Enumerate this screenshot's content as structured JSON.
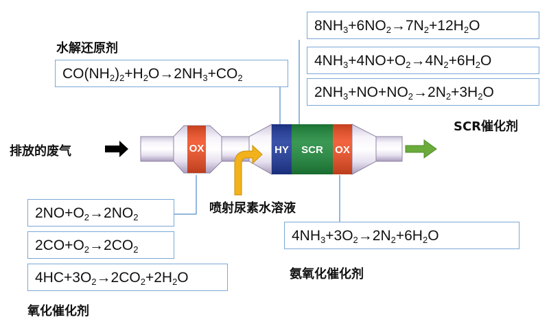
{
  "labels": {
    "hydrolysis_agent": "水解还原剂",
    "scr_catalyst": "SCR催化剂",
    "exhaust_inlet": "排放的废气",
    "urea_injection": "喷射尿素水溶液",
    "oxidation_catalyst": "氧化催化剂",
    "ammonia_oxidation_catalyst": "氨氧化催化剂"
  },
  "segments": {
    "ox_front": "OX",
    "hy": "HY",
    "scr": "SCR",
    "ox_rear": "OX"
  },
  "equations": {
    "hydrolysis": [
      "CO(NH",
      "2",
      ")",
      "2",
      "+H",
      "2",
      "O→2NH",
      "3",
      "+CO",
      "2"
    ],
    "scr_1": [
      "8NH",
      "3",
      "+6NO",
      "2",
      "→7N",
      "2",
      "+12H",
      "2",
      "O"
    ],
    "scr_2": [
      "4NH",
      "3",
      "+4NO+O",
      "2",
      "→4N",
      "2",
      "+6H",
      "2",
      "O"
    ],
    "scr_3": [
      "2NH",
      "3",
      "+NO+NO",
      "2",
      "→2N",
      "2",
      "+3H",
      "2",
      "O"
    ],
    "ox_1": [
      "2NO+O",
      "2",
      "→2NO",
      "2"
    ],
    "ox_2": [
      "2CO+O",
      "2",
      "→2CO",
      "2"
    ],
    "ox_3": [
      "4HC+3O",
      "2",
      "→2CO",
      "2",
      "+2H",
      "2",
      "O"
    ],
    "amox": [
      "4NH",
      "3",
      "+3O",
      "2",
      "→2N",
      "2",
      "+6H",
      "2",
      "O"
    ]
  },
  "colors": {
    "ox": "#f04e23",
    "hy": "#1f3a9c",
    "scr": "#1e8a3c",
    "inlet_arrow": "#000000",
    "outlet_arrow": "#6aab3c",
    "urea_arrow": "#f2b21c",
    "box_border": "#7aa7d6"
  }
}
